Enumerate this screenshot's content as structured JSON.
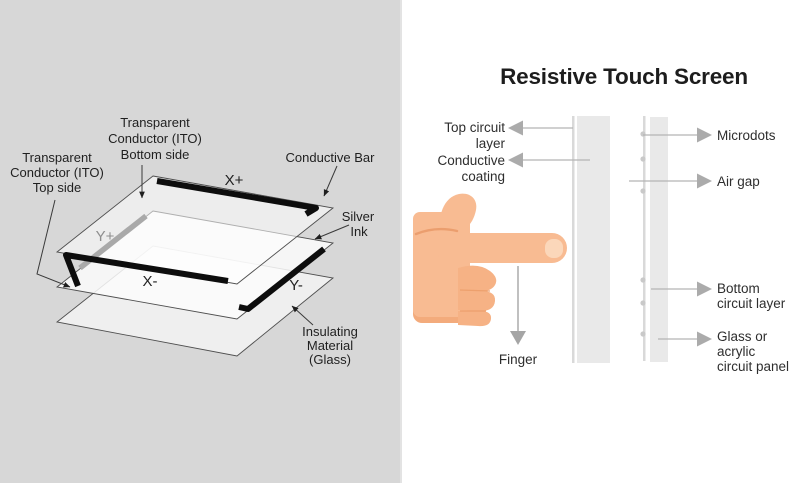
{
  "left_panel": {
    "background_color": "#d7d7d7",
    "labels": {
      "ito_bottom": {
        "line1": "Transparent",
        "line2": "Conductor (ITO)",
        "line3": "Bottom side"
      },
      "ito_top": {
        "line1": "Transparent",
        "line2": "Conductor (ITO)",
        "line3": "Top side"
      },
      "conductive_bar": "Conductive Bar",
      "silver_ink": {
        "line1": "Silver",
        "line2": "Ink"
      },
      "insulating": {
        "line1": "Insulating",
        "line2": "Material",
        "line3": "(Glass)"
      },
      "electrodes": {
        "x_plus": "X+",
        "x_minus": "X-",
        "y_plus": "Y+",
        "y_minus": "Y-"
      }
    },
    "colors": {
      "sheet_outline": "#4f4f4f",
      "electrode_black": "#0d0d0d",
      "electrode_gray": "#a9a9a9"
    }
  },
  "right_panel": {
    "background_color": "#ffffff",
    "title": "Resistive Touch Screen",
    "labels": {
      "top_circuit": {
        "line1": "Top circuit",
        "line2": "layer"
      },
      "conductive_coating": {
        "line1": "Conductive",
        "line2": "coating"
      },
      "microdots": "Microdots",
      "air_gap": "Air gap",
      "bottom_circuit": {
        "line1": "Bottom",
        "line2": "circuit layer"
      },
      "glass_panel": {
        "line1": "Glass or",
        "line2": "acrylic",
        "line3": "circuit panel"
      },
      "finger": "Finger"
    },
    "colors": {
      "title": "#1d1d1d",
      "label": "#2e2e2e",
      "layer_fill": "#e9e9e9",
      "layer_thin_line": "#d9d9d9",
      "leader_line": "#b5b5b5",
      "arrowhead": "#ababab",
      "microdot": "#c9c9c9",
      "hand_skin": "#f8bb92",
      "hand_shadow": "#f0a173",
      "fingernail": "#fbd7ba"
    }
  }
}
